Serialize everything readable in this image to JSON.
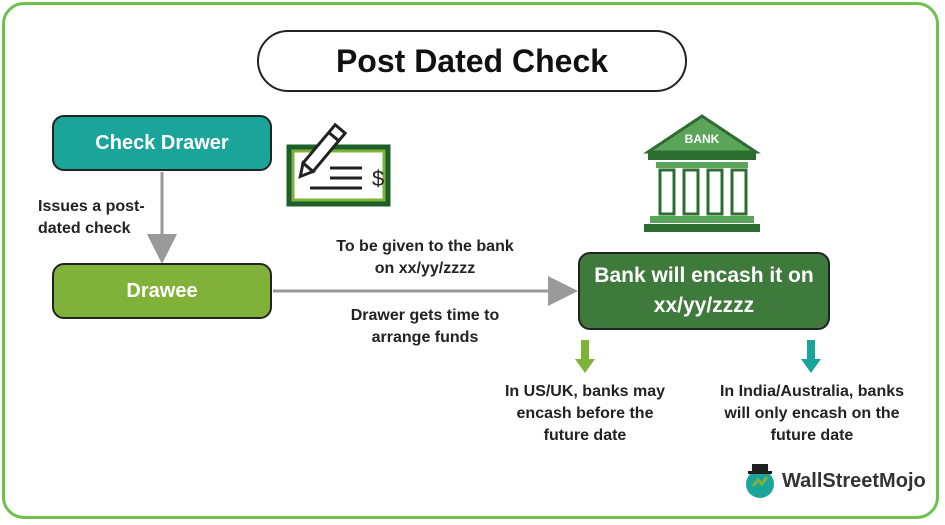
{
  "title": "Post Dated Check",
  "nodes": {
    "check_drawer": "Check Drawer",
    "drawee": "Drawee",
    "bank": "Bank will encash it on xx/yy/zzzz"
  },
  "edges": {
    "drawer_to_drawee": "Issues a post-dated check",
    "drawee_to_bank_top": "To be given to the bank on xx/yy/zzzz",
    "drawee_to_bank_bottom": "Drawer gets time to arrange funds"
  },
  "outcomes": {
    "us_uk": "In US/UK, banks may encash before the future date",
    "india_australia": "In India/Australia, banks will only encash on the future date"
  },
  "icons": {
    "check": "check-with-pen-icon",
    "bank": "bank-building-icon",
    "bank_sign": "BANK"
  },
  "brand": {
    "logo_text": "WallStreetMojo"
  },
  "colors": {
    "border": "#6cc24a",
    "teal": "#1aa49a",
    "lime": "#80b23a",
    "dark_green": "#3f7a3d"
  }
}
